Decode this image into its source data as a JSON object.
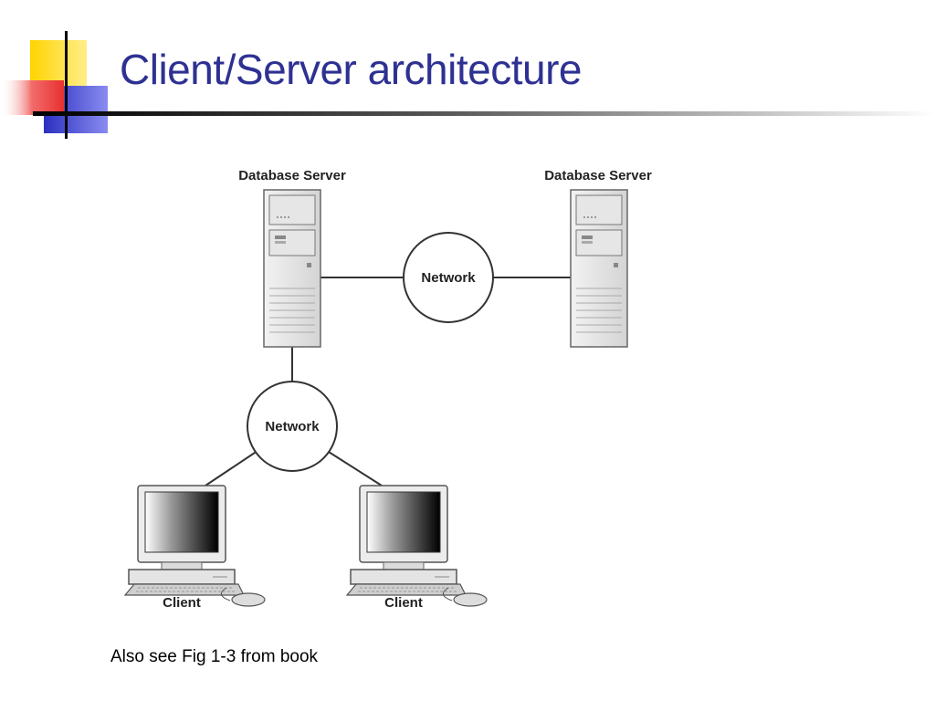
{
  "slide": {
    "title": "Client/Server architecture",
    "note": "Also see Fig 1-3 from book"
  },
  "diagram": {
    "nodes": {
      "server_left": "Database Server",
      "server_right": "Database Server",
      "network_top": "Network",
      "network_bottom": "Network",
      "client_left": "Client",
      "client_right": "Client"
    }
  },
  "colors": {
    "title": "#2e3192",
    "accent_yellow": "#ffe44d",
    "accent_red": "#f04b4b",
    "accent_blue": "#3b3ec8",
    "rule": "#000000"
  }
}
